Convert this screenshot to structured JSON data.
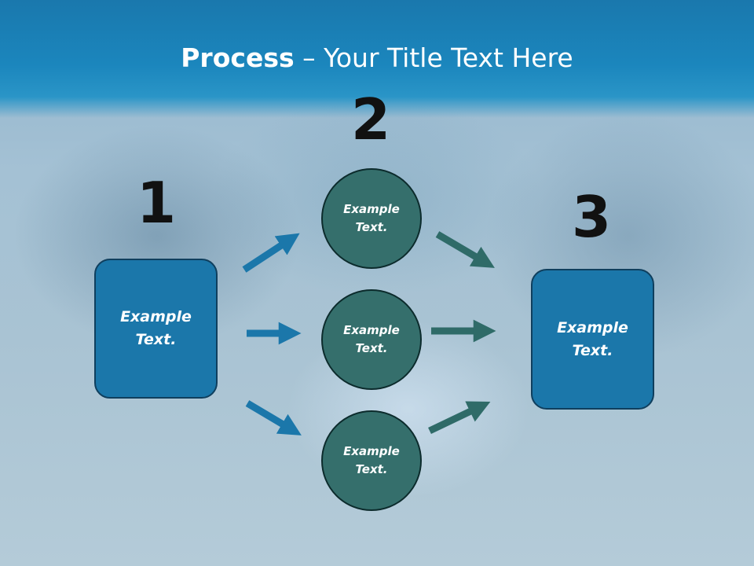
{
  "title": {
    "bold": "Process",
    "rest": " – Your Title Text Here"
  },
  "steps": [
    {
      "number": "1",
      "text": "Example Text."
    },
    {
      "number": "2",
      "circles": [
        "Example Text.",
        "Example Text.",
        "Example Text."
      ]
    },
    {
      "number": "3",
      "text": "Example Text."
    }
  ],
  "colors": {
    "title_bar": "#1b86bd",
    "box": "#1b77aa",
    "circle": "#356f6c",
    "arrow_left": "#1b77aa",
    "arrow_right": "#2f6b68"
  }
}
